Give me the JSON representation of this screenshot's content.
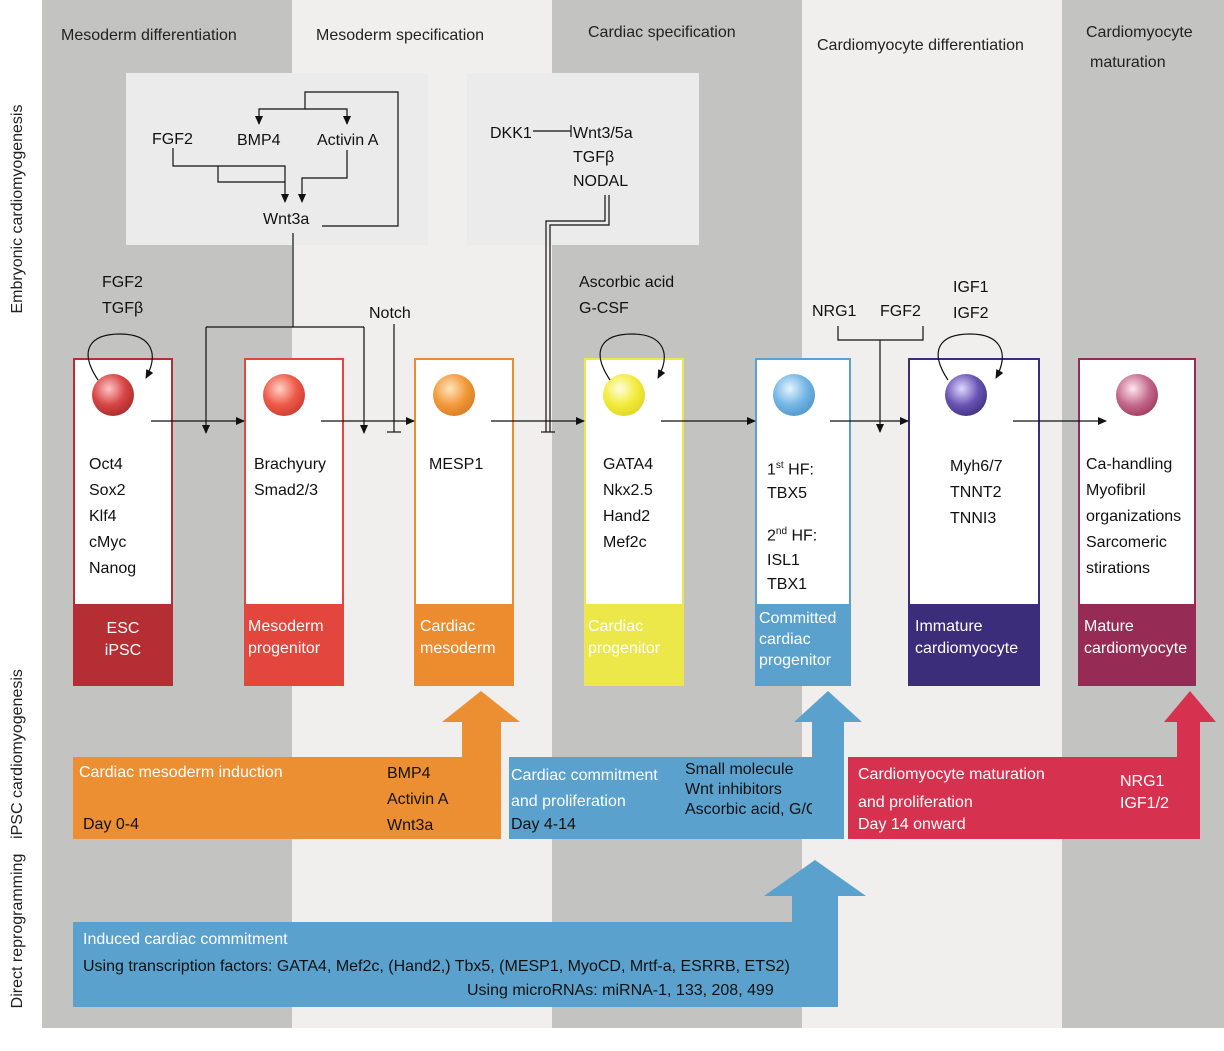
{
  "side_labels": {
    "embryonic": "Embryonic cardiomyogenesis",
    "ipsc": "iPSC cardiomyogenesis",
    "direct": "Direct reprogramming"
  },
  "stages": [
    {
      "title": "Mesoderm differentiation"
    },
    {
      "title": "Mesoderm specification"
    },
    {
      "title": "Cardiac specification"
    },
    {
      "title": "Cardiomyocyte differentiation"
    },
    {
      "title": "Cardiomyocyte",
      "title2": "maturation"
    }
  ],
  "top_panel1": {
    "fgf2": "FGF2",
    "bmp4": "BMP4",
    "activin": "Activin A",
    "wnt3a": "Wnt3a"
  },
  "top_panel2": {
    "dkk1": "DKK1",
    "wnt35a": "Wnt3/5a",
    "tgfb": "TGFβ",
    "nodal": "NODAL"
  },
  "factors": {
    "esc_factor1": "FGF2",
    "esc_factor2": "TGFβ",
    "notch": "Notch",
    "cp_factor1": "Ascorbic acid",
    "cp_factor2": "G-CSF",
    "ccp_factor1": "NRG1",
    "ccp_factor2": "FGF2",
    "icm_factor1": "IGF1",
    "icm_factor2": "IGF2"
  },
  "cells": [
    {
      "markers": [
        "Oct4",
        "Sox2",
        "Klf4",
        "cMyc",
        "Nanog"
      ],
      "label1": "ESC",
      "label2": "iPSC"
    },
    {
      "markers": [
        "Brachyury",
        "Smad2/3"
      ],
      "label1": "Mesoderm",
      "label2": "progenitor"
    },
    {
      "markers": [
        "MESP1"
      ],
      "label1": "Cardiac",
      "label2": "mesoderm"
    },
    {
      "markers": [
        "GATA4",
        "Nkx2.5",
        "Hand2",
        "Mef2c"
      ],
      "label1": "Cardiac",
      "label2": "progenitor"
    },
    {
      "hf1_num": "1",
      "hf1_sup": "st",
      "hf1_rest": " HF:",
      "hf1_gene": "TBX5",
      "hf2_num": "2",
      "hf2_sup": "nd",
      "hf2_rest": " HF:",
      "hf2_gene1": "ISL1",
      "hf2_gene2": "TBX1",
      "label1": "Committed",
      "label2": "cardiac",
      "label3": "progenitor"
    },
    {
      "markers": [
        "Myh6/7",
        "TNNT2",
        "TNNI3"
      ],
      "label1": "Immature",
      "label2": "cardiomyocyte"
    },
    {
      "markers": [
        "Ca-handling",
        "Myofibril",
        "organizations",
        "Sarcomeric",
        "stirations"
      ],
      "label1": "Mature",
      "label2": "cardiomyocyte"
    }
  ],
  "banners": {
    "orange": {
      "title": "Cardiac mesoderm induction",
      "day": "Day 0-4",
      "factors": [
        "BMP4",
        "Activin A",
        "Wnt3a"
      ]
    },
    "blue": {
      "title1": "Cardiac commitment",
      "title2": "and proliferation",
      "day": "Day 4-14",
      "factors": [
        "Small molecule",
        "Wnt inhibitors",
        "Ascorbic acid, G/CSF"
      ]
    },
    "red": {
      "title1": "Cardiomyocyte maturation",
      "title2": "and proliferation",
      "day": "Day 14 onward",
      "factors": [
        "NRG1",
        "IGF1/2"
      ]
    },
    "direct": {
      "title": "Induced cardiac commitment",
      "line1": "Using transcription factors: GATA4, Mef2c, (Hand2,) Tbx5, (MESP1, MyoCD, Mrtf-a, ESRRB, ETS2)",
      "line2": "Using microRNAs: miRNA-1, 133, 208, 499"
    }
  },
  "colors": {
    "band_dark": "#c3c3c1",
    "band_light": "#f1efee",
    "panel": "#ebebeb",
    "esc": "#b52e33",
    "meso": "#e2463c",
    "cmeso": "#ec8c2e",
    "cprog": "#ece84a",
    "ccp": "#5aa2cd",
    "icm": "#3b2d7a",
    "mcm": "#962b55",
    "orange_banner": "#ec8f33",
    "blue_banner": "#5aa2cd",
    "red_banner": "#d6324f"
  }
}
